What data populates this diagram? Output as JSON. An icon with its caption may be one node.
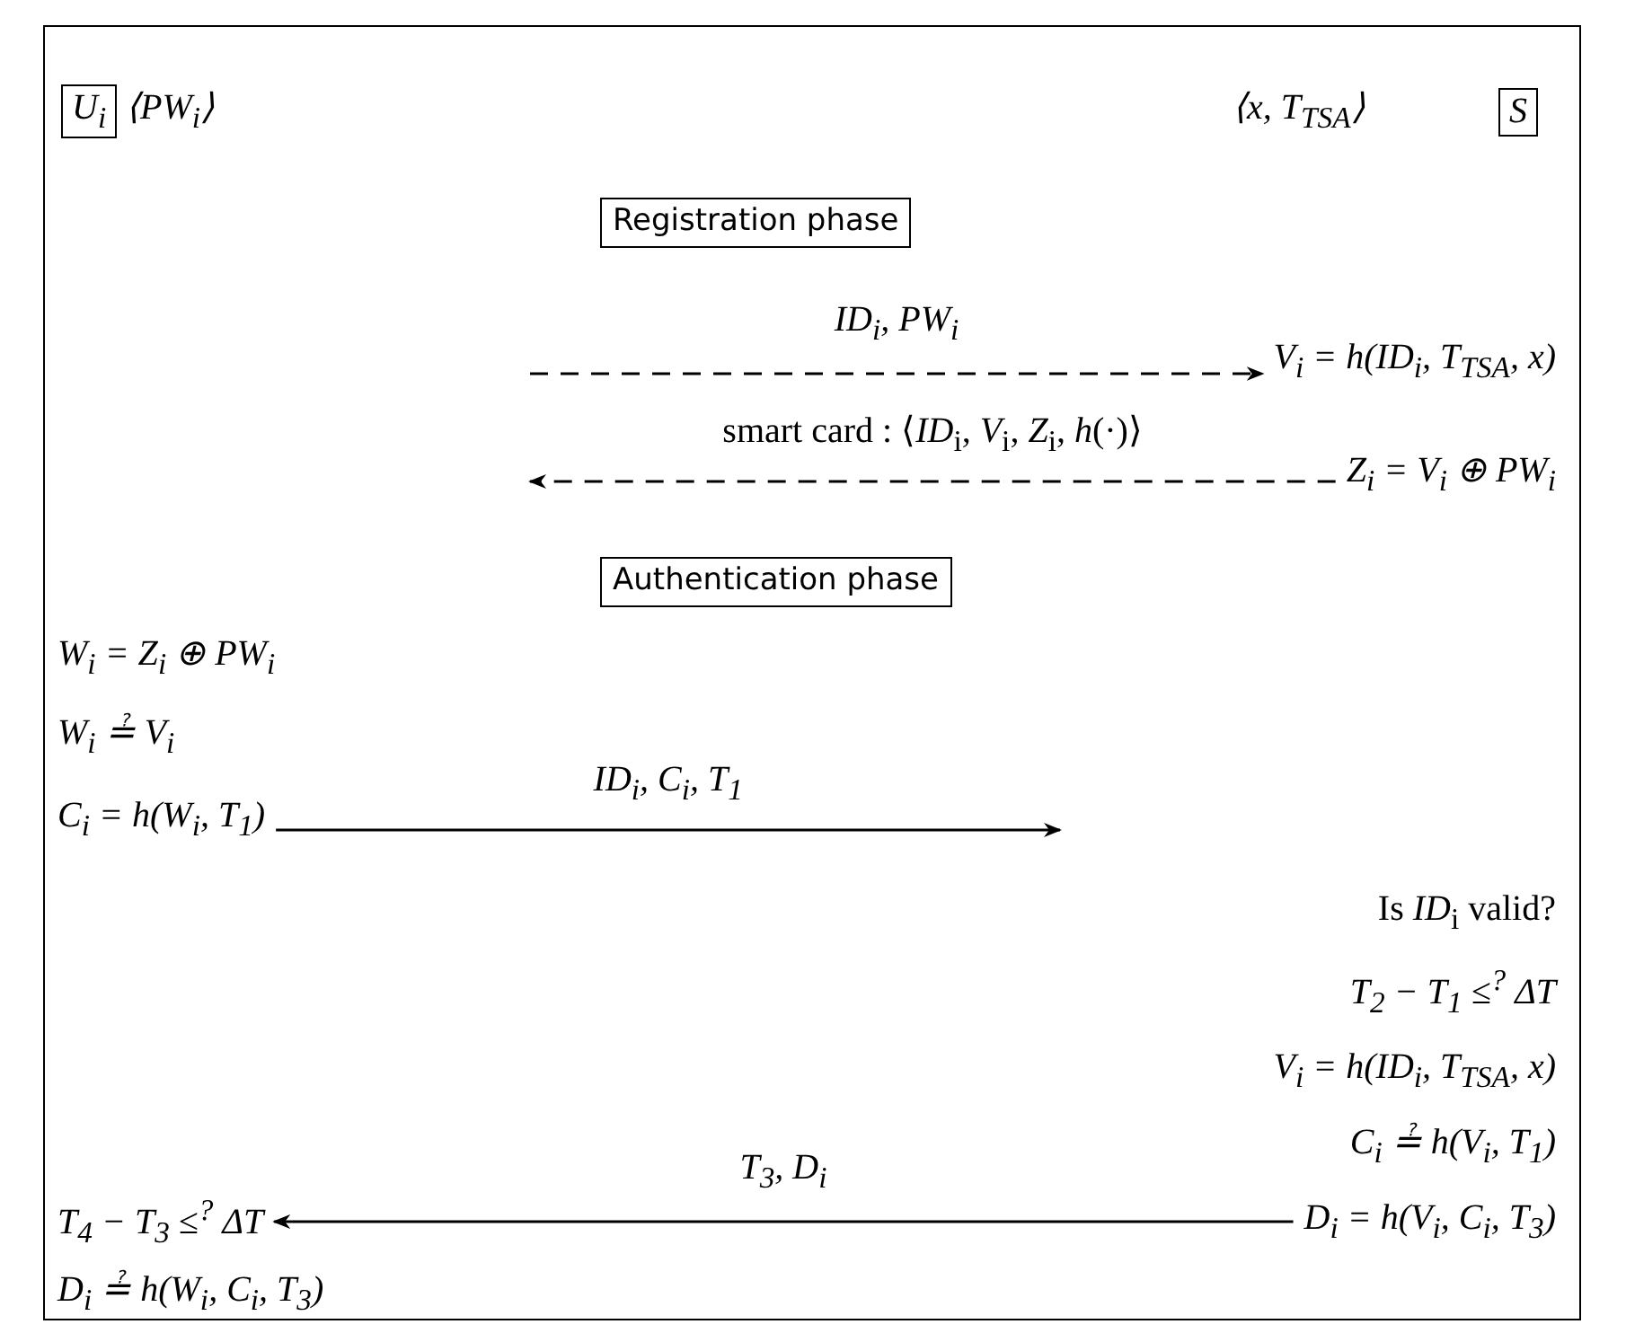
{
  "diagram": {
    "nodes": [
      {
        "text": [
          "U$_{i}$"
        ]
      },
      {
        "text": [
          "S"
        ]
      },
      {
        "text": [
          "Registration phase"
        ]
      },
      {
        "text": [
          "V$_{i}$ = h(ID$_{i}$, T$_{TSA}$, x)"
        ]
      },
      {
        "text": [
          "Z$_{i}$ = V$_{i}$ ⊕ PW$_{i}$"
        ]
      },
      {
        "text": [
          "Authentication phase"
        ]
      },
      {
        "text": [
          "C$_{i}$ = h(W$_{i}$, T$_{1}$)"
        ]
      },
      {
        "text": [
          "T$_{4}$ − T$_{3}$ ≤$^{?}$ ΔT"
        ]
      },
      {
        "text": [
          "D$_{i}$ = h(V$_{i}$, C$_{i}$, T$_{3}$)"
        ]
      }
    ],
    "edges": [
      {
        "from": null,
        "to": 3,
        "arrow": "to",
        "label": "ID$_{i}$, PW$_{i}$",
        "style": "dashed"
      },
      {
        "from": 4,
        "to": null,
        "arrow": "to",
        "label": "smart card : ⟨*ID*$_{i}$, *V*$_{i}$, *Z*$_{i}$, *h*(·)⟩",
        "style": "dashed"
      },
      {
        "from": 6,
        "to": null,
        "arrow": "to",
        "label": "ID$_{i}$, C$_{i}$, T$_{1}$"
      },
      {
        "from": 8,
        "to": 7,
        "arrow": "to",
        "label": "T$_{3}$, D$_{i}$"
      }
    ],
    "labels": [
      "⟨PW$_{i}$⟩",
      "⟨x, T$_{TSA}$⟩",
      "W$_{i}$ = Z$_{i}$ ⊕ PW$_{i}$",
      "W$_{i}$ ≟ V$_{i}$",
      "Is *ID*$_{i}$ valid?",
      "T$_{2}$ − T$_{1}$ ≤$^{?}$ ΔT",
      "V$_{i}$ = h(ID$_{i}$, T$_{TSA}$, x)",
      "C$_{i}$ ≟ h(V$_{i}$, T$_{1}$)",
      "D$_{i}$ ≟ h(W$_{i}$, C$_{i}$, T$_{3}$)"
    ]
  }
}
